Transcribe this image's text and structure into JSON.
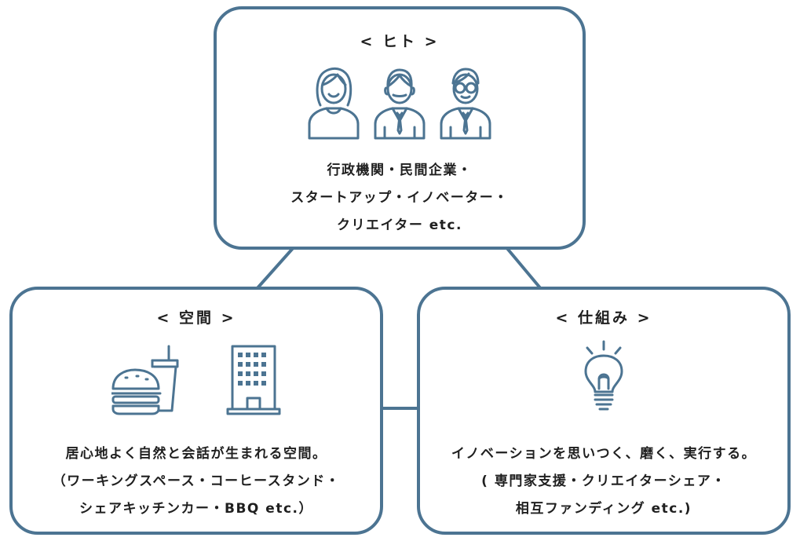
{
  "colors": {
    "border": "#4c7492",
    "icon_stroke": "#4c7492",
    "text": "#1f1f1f",
    "background": "#ffffff"
  },
  "people": {
    "title": "< ヒト >",
    "icons": [
      "woman-icon",
      "businessman-icon",
      "businessman-glasses-icon"
    ],
    "lines": [
      "行政機関・民間企業・",
      "スタートアップ・イノベーター・",
      "クリエイター etc."
    ]
  },
  "space": {
    "title": "< 空間 >",
    "icons": [
      "burger-drink-icon",
      "office-building-icon"
    ],
    "lines": [
      "居心地よく自然と会話が生まれる空間。",
      "（ワーキングスペース・コーヒースタンド・",
      "シェアキッチンカー・BBQ etc.）"
    ]
  },
  "mechanism": {
    "title": "< 仕組み >",
    "icons": [
      "lightbulb-icon"
    ],
    "lines": [
      "イノベーションを思いつく、磨く、実行する。",
      "( 専門家支援・クリエイターシェア・",
      "相互ファンディング etc.)"
    ]
  }
}
